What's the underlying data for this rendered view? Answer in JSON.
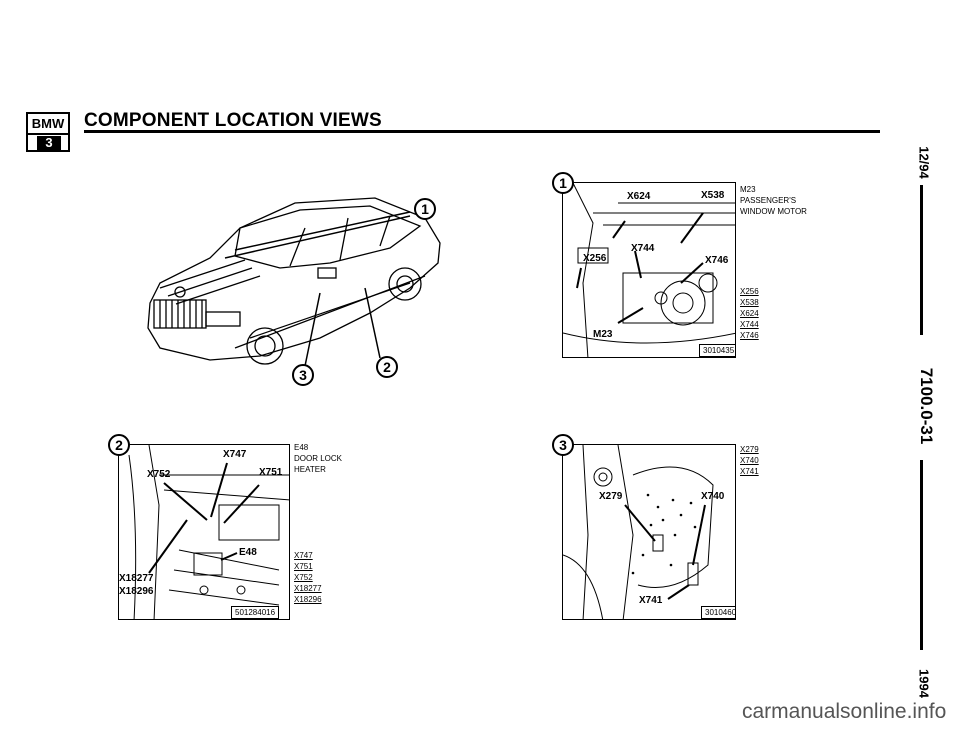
{
  "header": {
    "logo_text": "BMW",
    "logo_series": "3",
    "title": "COMPONENT LOCATION VIEWS"
  },
  "side": {
    "date": "12/94",
    "page_ref": "7100.0-31",
    "year": "1994"
  },
  "car_view": {
    "callouts": [
      "1",
      "2",
      "3"
    ]
  },
  "view1": {
    "number": "1",
    "labels": [
      "X624",
      "X538",
      "X744",
      "X746",
      "X256",
      "M23"
    ],
    "legend_title": [
      "M23",
      "PASSENGER'S",
      "WINDOW MOTOR"
    ],
    "legend_items": [
      "X256",
      "X538",
      "X624",
      "X744",
      "X746"
    ],
    "figure_no": "3010435"
  },
  "view2": {
    "number": "2",
    "labels": [
      "X747",
      "X752",
      "X751",
      "E48",
      "X18277",
      "X18296"
    ],
    "legend_title": [
      "E48",
      "DOOR LOCK",
      "HEATER"
    ],
    "legend_items": [
      "X747",
      "X751",
      "X752",
      "X18277",
      "X18296"
    ],
    "figure_no": "501284016"
  },
  "view3": {
    "number": "3",
    "labels": [
      "X279",
      "X740",
      "X741"
    ],
    "legend_items": [
      "X279",
      "X740",
      "X741"
    ],
    "figure_no": "3010460"
  },
  "footer": {
    "watermark": "carmanualsonline.info"
  }
}
